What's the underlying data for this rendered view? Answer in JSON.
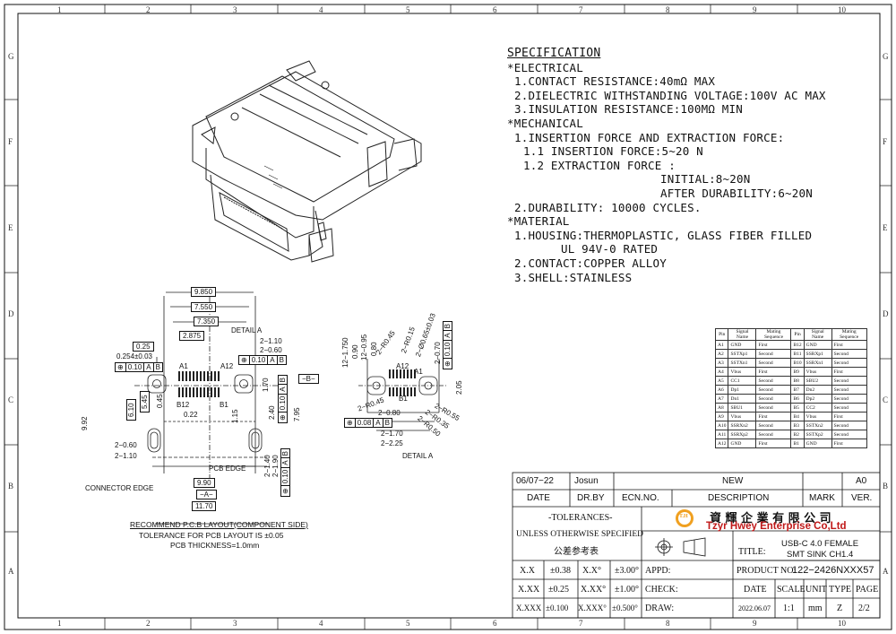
{
  "zones": {
    "cols": [
      "1",
      "2",
      "3",
      "4",
      "5",
      "6",
      "7",
      "8",
      "9",
      "10"
    ],
    "rows": [
      "G",
      "F",
      "E",
      "D",
      "C",
      "B",
      "A"
    ]
  },
  "spec": {
    "title": "SPECIFICATION",
    "lines": [
      "*ELECTRICAL",
      "1.CONTACT RESISTANCE:40mΩ MAX",
      "2.DIELECTRIC WITHSTANDING VOLTAGE:100V AC MAX",
      "3.INSULATION RESISTANCE:100MΩ MIN",
      "*MECHANICAL",
      "1.INSERTION FORCE AND EXTRACTION FORCE:",
      "1.1 INSERTION FORCE:5~20 N",
      "1.2 EXTRACTION FORCE :",
      "INITIAL:8~20N",
      "AFTER DURABILITY:6~20N",
      "2.DURABILITY: 10000 CYCLES.",
      "*MATERIAL",
      "1.HOUSING:THERMOPLASTIC, GLASS FIBER FILLED",
      "UL 94V-0 RATED",
      "2.CONTACT:COPPER ALLOY",
      "3.SHELL:STAINLESS"
    ]
  },
  "layout_dims": {
    "w9850": "9.850",
    "w7550": "7.550",
    "w7350": "7.350",
    "w2875": "2.875",
    "d025": "0.25",
    "d0254": "0.254±0.03",
    "detail_a": "DETAIL A",
    "a1": "A1",
    "a12": "A12",
    "b1": "B1",
    "b12": "B12",
    "d110": "2−1.10",
    "d060": "2−0.60",
    "d170": "1.70",
    "dB": "−B−",
    "d610": "6.10",
    "d545": "5.45",
    "d045": "0.45",
    "d022": "0.22",
    "d115": "1.15",
    "d240": "2.40",
    "d795": "7.95",
    "d992": "9.92",
    "d060b": "2−0.60",
    "d110b": "2−1.10",
    "pcb_edge": "PCB EDGE",
    "d140": "2−1.40",
    "d190": "2−1.90",
    "d990": "9.90",
    "dA": "−A−",
    "d1170": "11.70",
    "connector_edge": "CONNECTOR EDGE"
  },
  "fcf": {
    "f1": [
      "⊕",
      "0.10",
      "A",
      "B"
    ],
    "f2": [
      "⊕",
      "0.10",
      "A",
      "B"
    ],
    "f3": [
      "⊕",
      "0.10",
      "A",
      "B"
    ],
    "f4": [
      "⊕",
      "0.10",
      "A",
      "B"
    ]
  },
  "detail": {
    "d1750": "12−1.750",
    "d090": "0.90",
    "d0951": "12−0.95",
    "d0902": "0.80",
    "d045": "2−R0.45",
    "dr015": "2−R0.15",
    "dphi": "2−Ø0.65±0.03",
    "d070": "2−0.70",
    "a12": "A12",
    "a1": "A1",
    "b1": "B1",
    "d205": "2.05",
    "r045": "2−R0.45",
    "d080": "2−0.80",
    "r055": "2−R0.55",
    "r035": "2−R0.35",
    "r050": "2−R0.50",
    "d170": "2−1.70",
    "d225": "2−2.25",
    "label": "DETAIL A",
    "fcf_a": [
      "⊕",
      "0.10",
      "A",
      "B"
    ],
    "fcf_b": [
      "⊕",
      "0.08",
      "A",
      "B"
    ]
  },
  "notes": {
    "recommend": "RECOMMEND P.C.B LAYOUT(COMPONENT SIDE)",
    "tolerance": "TOLERANCE FOR PCB LAYOUT IS ±0.05",
    "thickness": "PCB THICKNESS=1.0mm"
  },
  "pin_table": {
    "headers": [
      "Pin",
      "Signal Name",
      "Mating Sequence",
      "Pin",
      "Signal Name",
      "Mating Sequence"
    ],
    "rows": [
      [
        "A1",
        "GND",
        "First",
        "B12",
        "GND",
        "First"
      ],
      [
        "A2",
        "SSTXp1",
        "Second",
        "B11",
        "SSRXp1",
        "Second"
      ],
      [
        "A3",
        "SSTXn1",
        "Second",
        "B10",
        "SSRXn1",
        "Second"
      ],
      [
        "A4",
        "Vbus",
        "First",
        "B9",
        "Vbus",
        "First"
      ],
      [
        "A5",
        "CC1",
        "Second",
        "B8",
        "SBU2",
        "Second"
      ],
      [
        "A6",
        "Dp1",
        "Second",
        "B7",
        "Dn2",
        "Second"
      ],
      [
        "A7",
        "Dn1",
        "Second",
        "B6",
        "Dp2",
        "Second"
      ],
      [
        "A8",
        "SBU1",
        "Second",
        "B5",
        "CC2",
        "Second"
      ],
      [
        "A9",
        "Vbus",
        "First",
        "B4",
        "Vbus",
        "First"
      ],
      [
        "A10",
        "SSRXn2",
        "Second",
        "B3",
        "SSTXn2",
        "Second"
      ],
      [
        "A11",
        "SSRXp2",
        "Second",
        "B2",
        "SSTXp2",
        "Second"
      ],
      [
        "A12",
        "GND",
        "First",
        "B1",
        "GND",
        "First"
      ]
    ]
  },
  "title_block": {
    "rev_date": "06/07−22",
    "rev_by": "Josun",
    "rev_desc": "NEW",
    "rev_mark": "A0",
    "h_date": "DATE",
    "h_drby": "DR.BY",
    "h_ecn": "ECN.NO.",
    "h_desc": "DESCRIPTION",
    "h_mark": "MARK",
    "h_ver": "VER.",
    "tol_title": "-TOLERANCES-",
    "tol_sub": "UNLESS OTHERWISE SPECIFIED",
    "tol_cn": "公差参考表",
    "company_cn": "資 輝 企 業 有 限 公 司",
    "company_en": "Tzyr Hwey Enterprise Co,Ltd",
    "logo": "T.H",
    "title_label": "TITLE:",
    "title_1": "USB-C 4.0 FEMALE",
    "title_2": "SMT SINK CH1.4",
    "product_label": "PRODUCT NO:",
    "product_no": "122−2426NXXX57",
    "tol_rows": [
      [
        "X.X",
        "±0.38",
        "X.X°",
        "±3.00°"
      ],
      [
        "X.XX",
        "±0.25",
        "X.XX°",
        "±1.00°"
      ],
      [
        "X.XXX",
        "±0.100",
        "X.XXX°",
        "±0.500°"
      ]
    ],
    "appd": "APPD:",
    "check": "CHECK:",
    "draw": "DRAW:",
    "h2_date": "DATE",
    "h2_scale": "SCALE",
    "h2_unit": "UNIT",
    "h2_type": "TYPE",
    "h2_page": "PAGE",
    "date": "2022.06.07",
    "scale": "1:1",
    "unit": "mm",
    "type": "Z",
    "page": "2/2"
  },
  "colors": {
    "logo": "#f0a020",
    "company": "#c01818",
    "line": "#111111"
  }
}
